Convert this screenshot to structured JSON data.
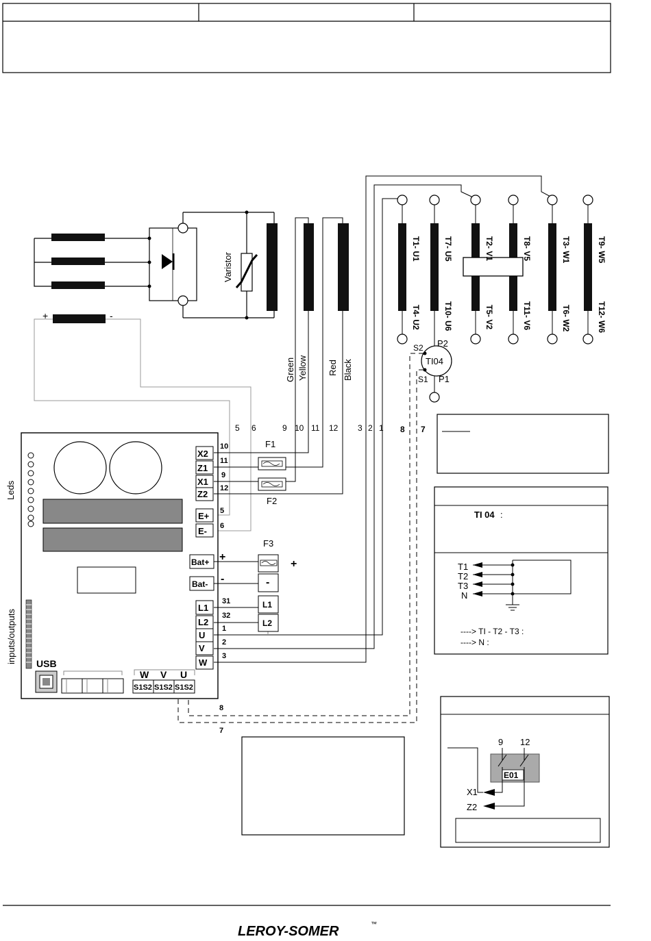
{
  "generator": {
    "varistor_label": "Varistor",
    "exciter_polarity": {
      "plus": "+",
      "minus": "-"
    }
  },
  "terminals": {
    "top": [
      "T1- U1",
      "T7- U5",
      "T2- V1",
      "T8- V5",
      "T3- W1",
      "T9- W5"
    ],
    "bottom": [
      "T4- U2",
      "T10- U6",
      "T5- V2",
      "T11- V6",
      "T6- W2",
      "T12- W6"
    ]
  },
  "current_transformer": {
    "name": "TI04",
    "s2": "S2",
    "s1": "S1",
    "p2": "P2",
    "p1": "P1"
  },
  "wire_colors": [
    "Green",
    "Yellow",
    "Red",
    "Black"
  ],
  "wire_numbers": [
    "5",
    "6",
    "9",
    "10",
    "11",
    "12",
    "3",
    "2",
    "1",
    "8",
    "7"
  ],
  "regulator": {
    "leds_label": "Leds",
    "io_label": "inputs/outputs",
    "usb_label": "USB",
    "terminals": [
      "X2",
      "Z1",
      "X1",
      "Z2",
      "E+",
      "E-",
      "Bat+",
      "Bat-",
      "L1",
      "L2",
      "U",
      "V",
      "W"
    ],
    "terminal_wires": [
      "10",
      "11",
      "9",
      "12",
      "5",
      "6",
      "+",
      "-",
      "31",
      "32",
      "1",
      "2",
      "3"
    ],
    "sensing_labels": [
      "W",
      "V",
      "U"
    ],
    "s1s2": "S1S2",
    "bottom_wires": [
      "8",
      "7"
    ]
  },
  "fuses": {
    "f1": "F1",
    "f2": "F2",
    "f3": "F3",
    "plus": "+",
    "minus": "-",
    "l1": "L1",
    "l2": "L2"
  },
  "ct_box": {
    "title": "TI 04",
    "suffix": " :"
  },
  "ct_box_diagram": {
    "lines": [
      "T1",
      "T2",
      "T3",
      "N"
    ],
    "note1": "----> TI - T2 - T3 :",
    "note2": "----> N :"
  },
  "e01_box": {
    "n9": "9",
    "n12": "12",
    "module": "E01",
    "x1": "X1",
    "z2": "Z2"
  },
  "footer": {
    "brand": "LEROY-SOMER",
    "tm": "™"
  }
}
